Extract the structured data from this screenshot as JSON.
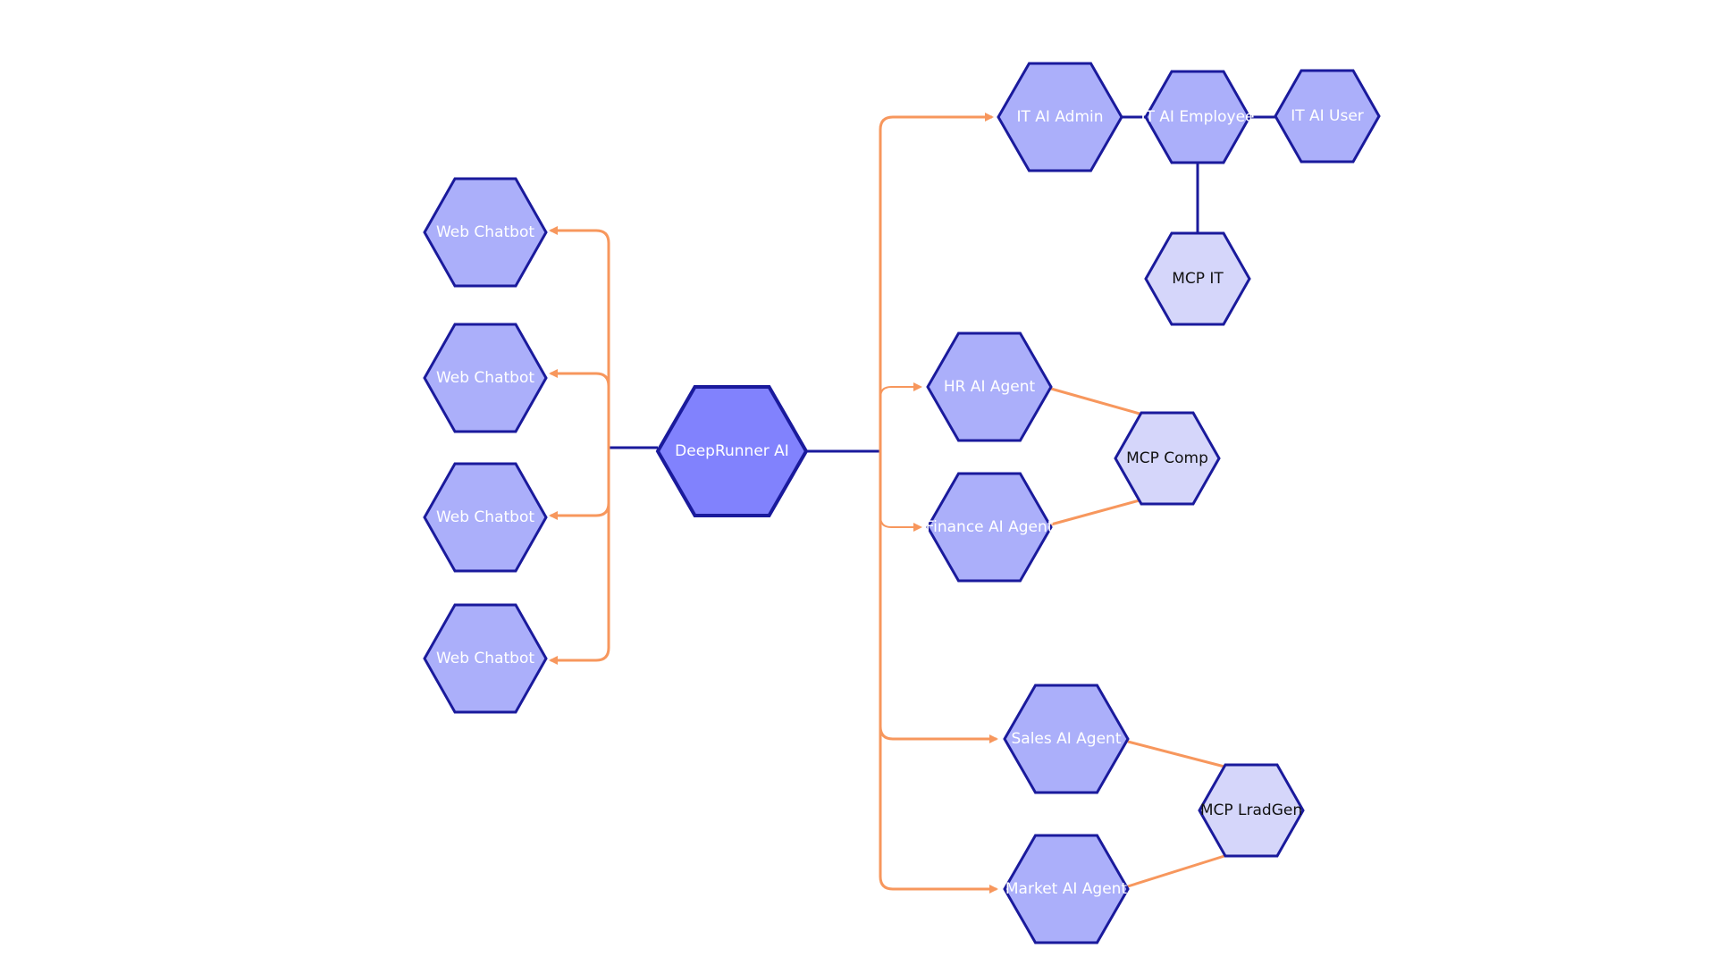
{
  "diagram": {
    "colors": {
      "node_fill": "#abaffa",
      "center_fill": "#8182fd",
      "mcp_fill": "#d5d6fa",
      "node_stroke": "#1a1a9c",
      "arrow": "#f7975d",
      "text_light": "#ffffff",
      "text_dark": "#111111"
    },
    "nodes": {
      "center": "DeepRunner AI",
      "chatbot_1": "Web Chatbot",
      "chatbot_2": "Web Chatbot",
      "chatbot_3": "Web Chatbot",
      "chatbot_4": "Web Chatbot",
      "it_admin": "IT AI  Admin",
      "it_employee": "IT AI Employee",
      "it_user": "IT AI User",
      "mcp_it": "MCP IT",
      "hr_agent": "HR AI Agent",
      "finance_agent": "Finance AI Agent",
      "mcp_comp": "MCP Comp",
      "sales_agent": "Sales AI Agent",
      "market_agent": "Market AI Agent",
      "mcp_leadgen": "MCP LradGen"
    }
  }
}
